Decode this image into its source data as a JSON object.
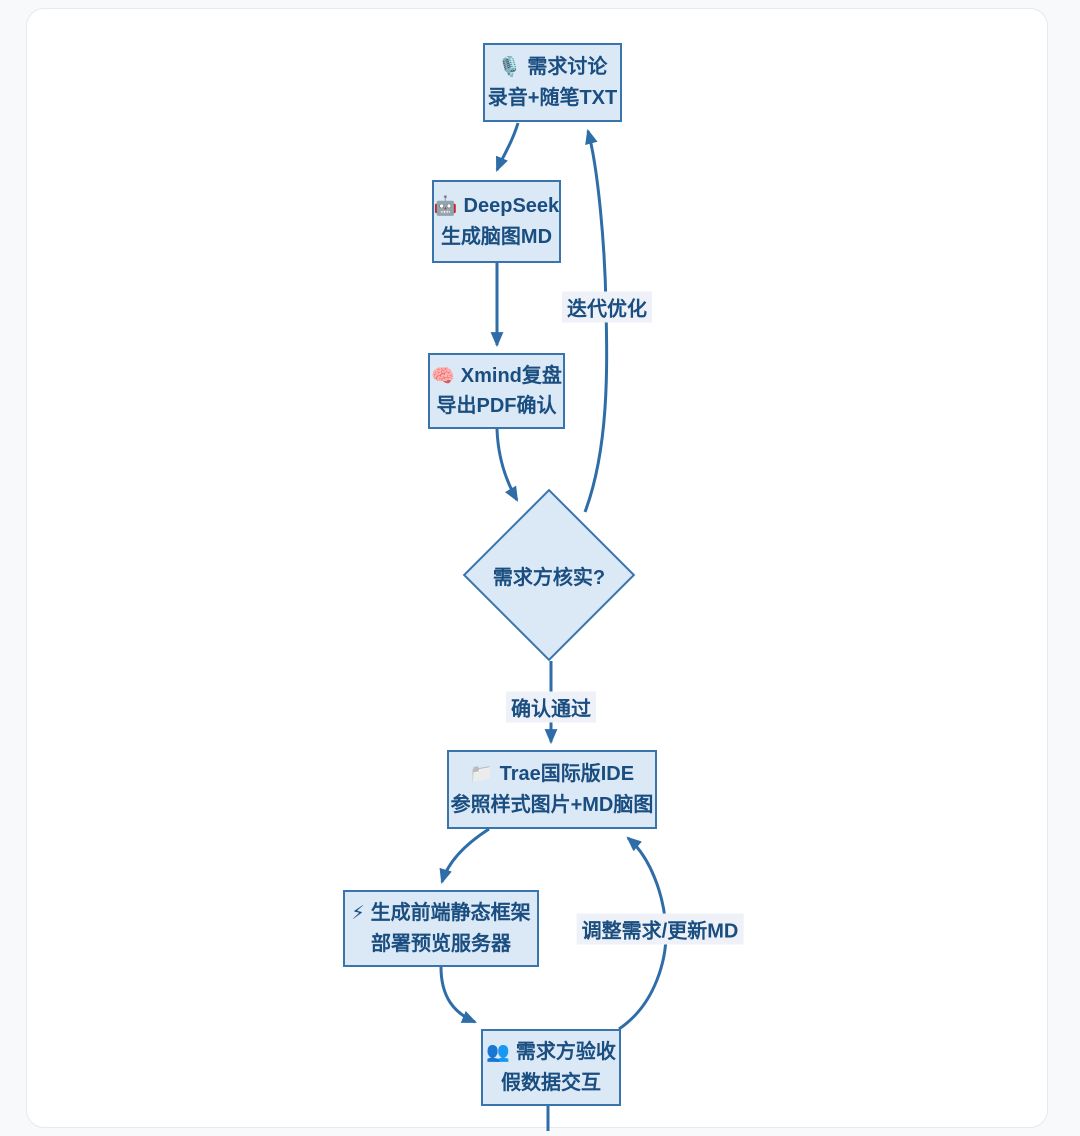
{
  "theme": {
    "page_bg": "#f7f9fb",
    "card_bg": "#ffffff",
    "accent": "#2f6da8",
    "node_fill": "#dbe8f6",
    "node_border": "#3a74ac",
    "text_color": "#1a4e80",
    "edge_label_bg": "#eef2f8"
  },
  "diagram": {
    "type": "flowchart",
    "nodes": [
      {
        "id": "requirements-discussion",
        "shape": "rect",
        "icon": "🎙️",
        "icon_name": "microphone-icon",
        "title": "需求讨论",
        "subtitle": "录音+随笔TXT"
      },
      {
        "id": "deepseek",
        "shape": "rect",
        "icon": "🤖",
        "icon_name": "robot-icon",
        "title": "DeepSeek",
        "subtitle": "生成脑图MD"
      },
      {
        "id": "xmind-review",
        "shape": "rect",
        "icon": "🧠",
        "icon_name": "brain-icon",
        "title": "Xmind复盘",
        "subtitle": "导出PDF确认"
      },
      {
        "id": "verify-decision",
        "shape": "diamond",
        "title": "需求方核实?"
      },
      {
        "id": "trae-ide",
        "shape": "rect",
        "icon": "📁",
        "icon_name": "folder-icon",
        "title": "Trae国际版IDE",
        "subtitle": "参照样式图片+MD脑图"
      },
      {
        "id": "frontend-framework",
        "shape": "rect",
        "icon": "⚡",
        "icon_name": "lightning-icon",
        "title": "生成前端静态框架",
        "subtitle": "部署预览服务器"
      },
      {
        "id": "acceptance",
        "shape": "rect",
        "icon": "👥",
        "icon_name": "people-icon",
        "title": "需求方验收",
        "subtitle": "假数据交互"
      }
    ],
    "edge_labels": [
      {
        "id": "iterate-loop",
        "text": "迭代优化"
      },
      {
        "id": "confirm-pass",
        "text": "确认通过"
      },
      {
        "id": "adjust-requirements",
        "text": "调整需求/更新MD"
      }
    ]
  }
}
